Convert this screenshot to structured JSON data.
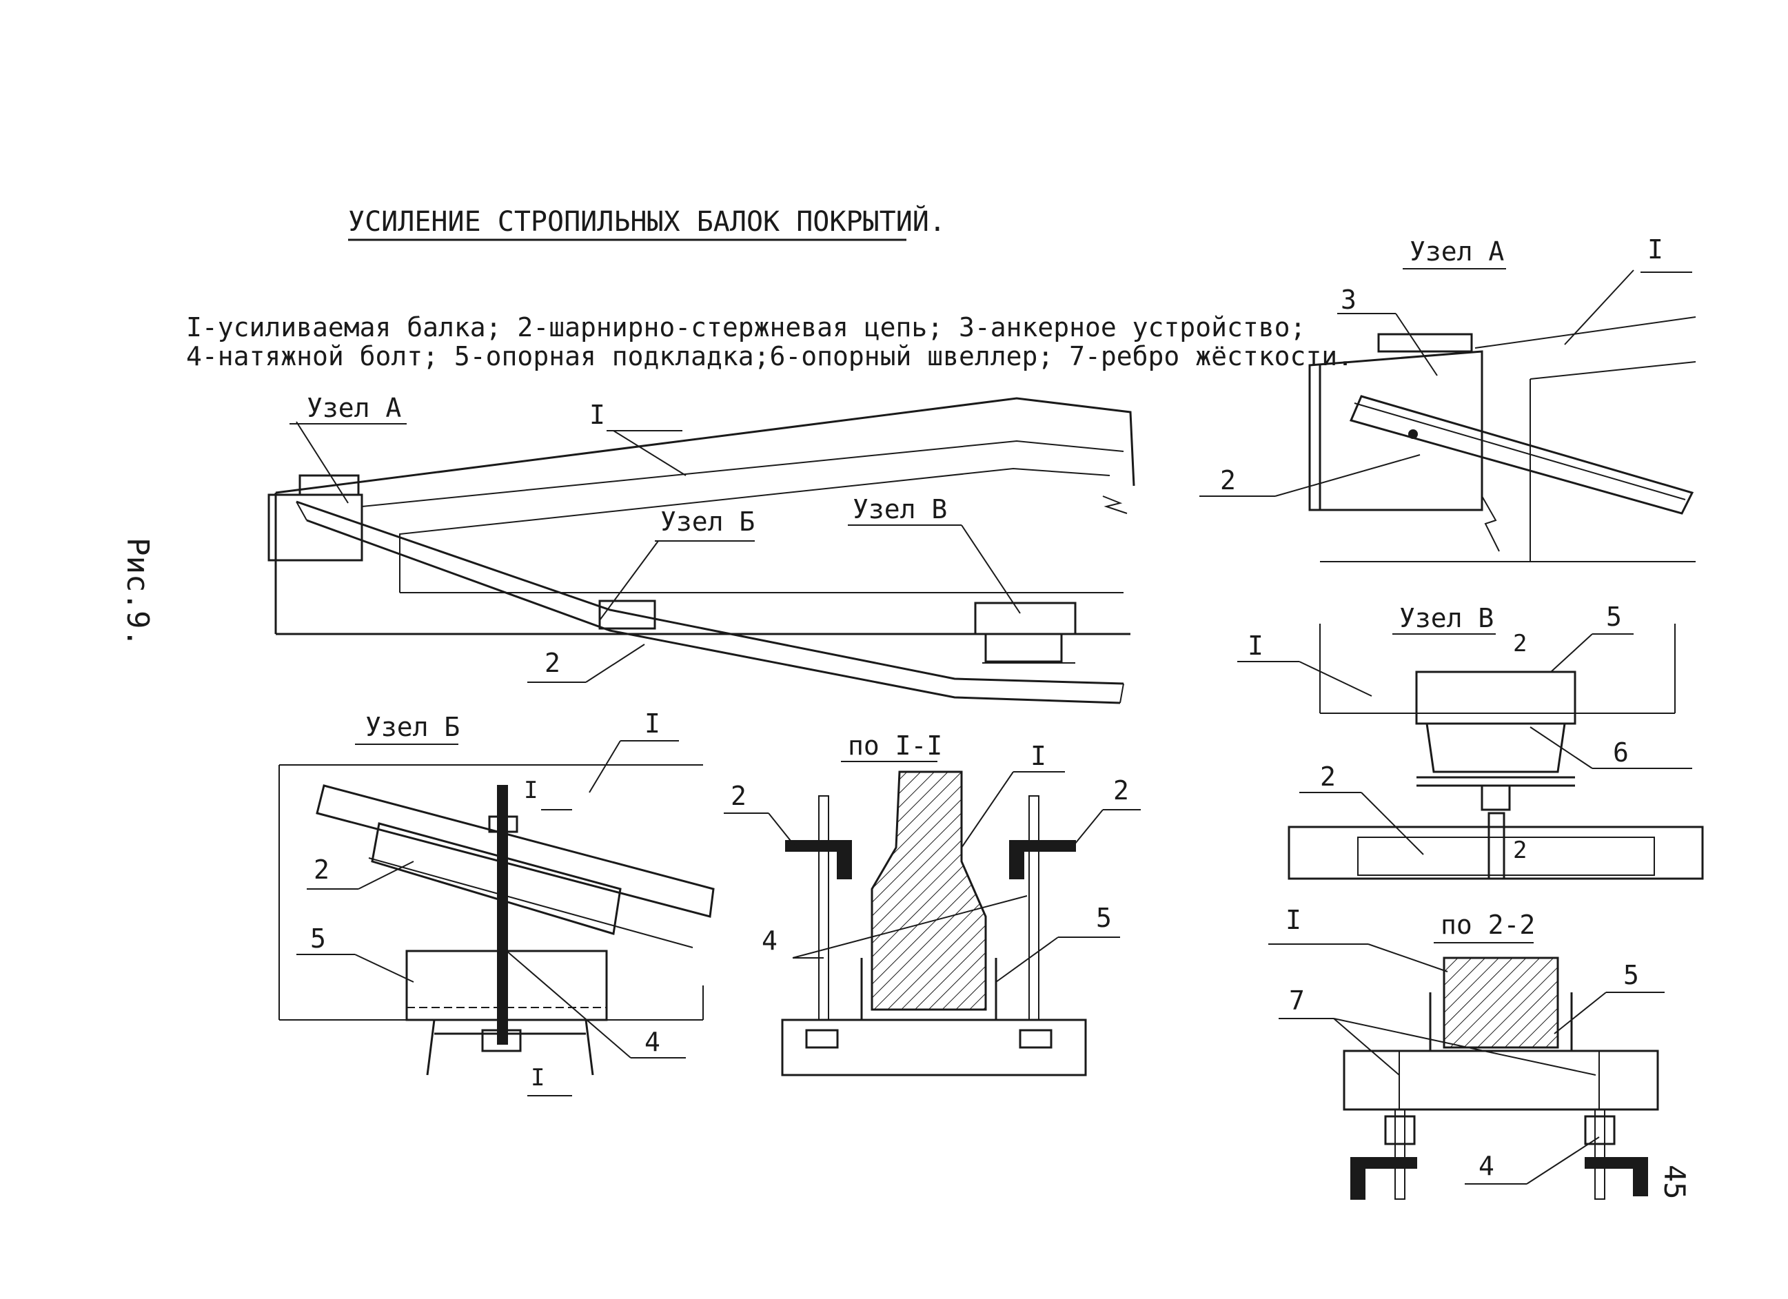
{
  "title": "УСИЛЕНИЕ СТРОПИЛЬНЫХ БАЛОК ПОКРЫТИЙ.",
  "legend": {
    "line1": "I-усиливаемая балка; 2-шарнирно-стержневая цепь; 3-анкерное устройство;",
    "line2": "4-натяжной болт; 5-опорная подкладка;6-опорный швеллер; 7-ребро жёсткости."
  },
  "figure_label": "Рис.9.",
  "page_number": "45",
  "views": {
    "uzel_a": "Узел А",
    "uzel_b": "Узел Б",
    "uzel_v": "Узел В",
    "section_1": "по I-I",
    "section_2": "по 2-2"
  },
  "callouts": {
    "n1": "I",
    "n2": "2",
    "n3": "3",
    "n4": "4",
    "n5": "5",
    "n6": "6",
    "n7": "7",
    "cut1": "I",
    "cut2": "2"
  }
}
